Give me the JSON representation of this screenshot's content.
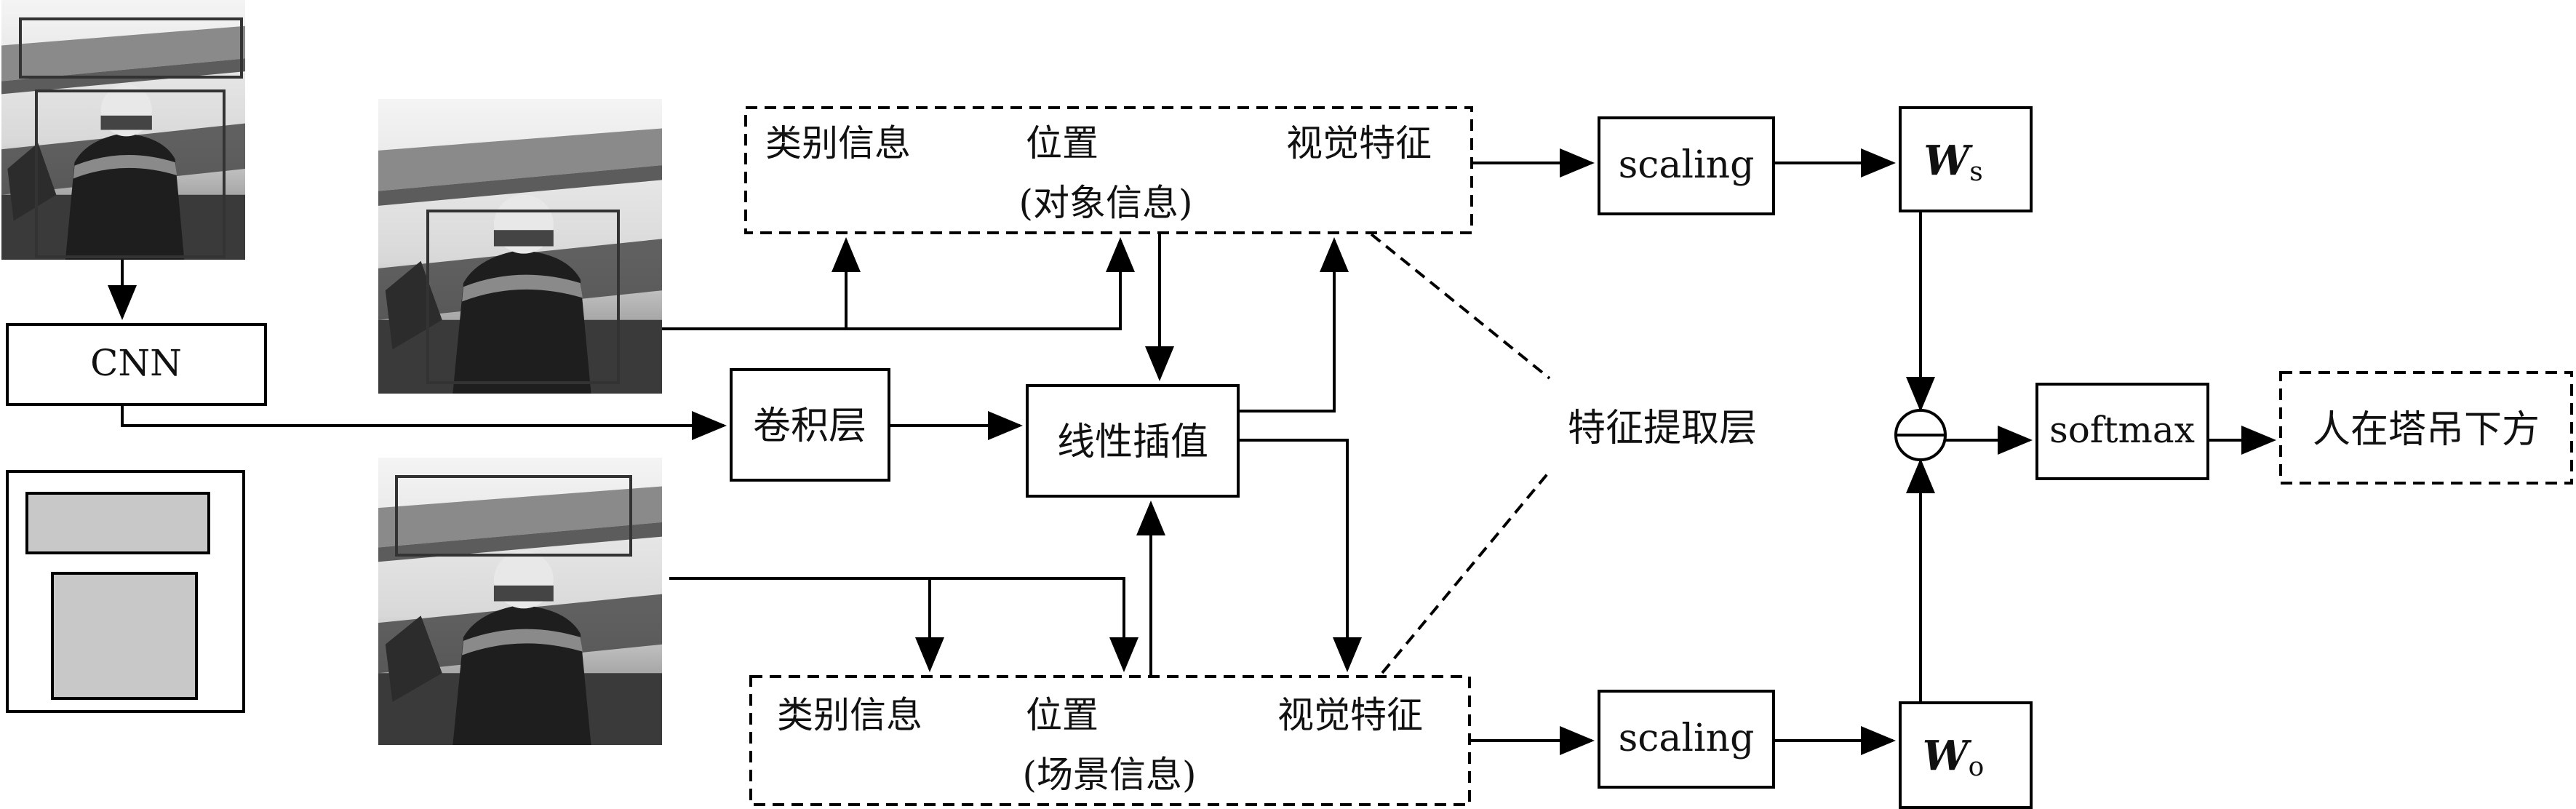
{
  "nodes": {
    "cnn": "CNN",
    "conv": "卷积层",
    "interp": "线性插值",
    "feature_layer": "特征提取层",
    "scaling_top": "scaling",
    "scaling_bottom": "scaling",
    "ws_main": "W",
    "ws_sub": "s",
    "wo_main": "W",
    "wo_sub": "o",
    "softmax": "softmax",
    "result": "人在塔吊下方"
  },
  "object_info": {
    "category": "类别信息",
    "position": "位置",
    "visual": "视觉特征",
    "caption": "(对象信息)"
  },
  "scene_info": {
    "category": "类别信息",
    "position": "位置",
    "visual": "视觉特征",
    "caption": "(场景信息)"
  },
  "operator_symbol": "minus-in-circle"
}
